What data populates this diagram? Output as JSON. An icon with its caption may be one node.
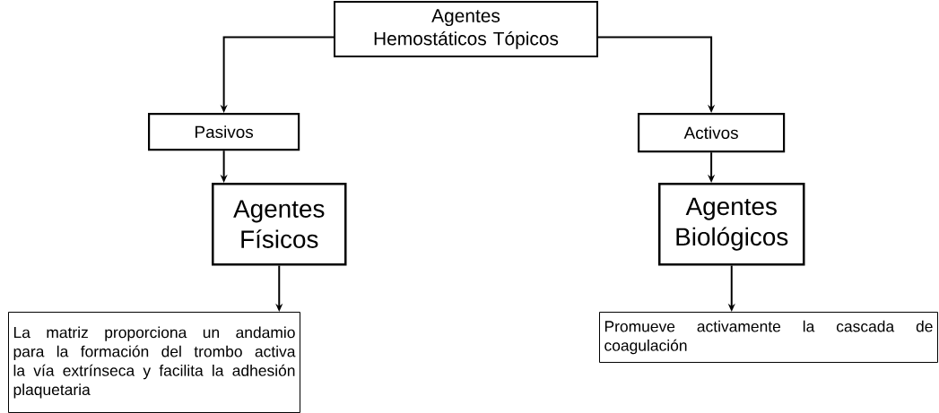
{
  "diagram": {
    "nodes": [
      {
        "text": [
          "Agentes Hemostáticos Tópicos"
        ]
      },
      {
        "text": [
          "Pasivos"
        ]
      },
      {
        "text": [
          "Activos"
        ]
      },
      {
        "text": [
          "Agentes Físicos"
        ]
      },
      {
        "text": [
          "Agentes Biológicos"
        ]
      },
      {
        "text": [
          "La matriz proporciona un andamio para la formación del trombo activa la vía extrínseca y facilita la adhesión plaquetaria"
        ]
      },
      {
        "text": [
          "Promueve activamente la cascada de coagulación"
        ]
      }
    ],
    "edges": [
      {
        "from": 0,
        "to": 1,
        "arrow": "to"
      },
      {
        "from": 0,
        "to": 2,
        "arrow": "to"
      },
      {
        "from": 1,
        "to": 3,
        "arrow": "to"
      },
      {
        "from": 2,
        "to": 4,
        "arrow": "to"
      },
      {
        "from": 3,
        "to": 5,
        "arrow": "to"
      },
      {
        "from": 4,
        "to": 6,
        "arrow": "to"
      }
    ]
  }
}
